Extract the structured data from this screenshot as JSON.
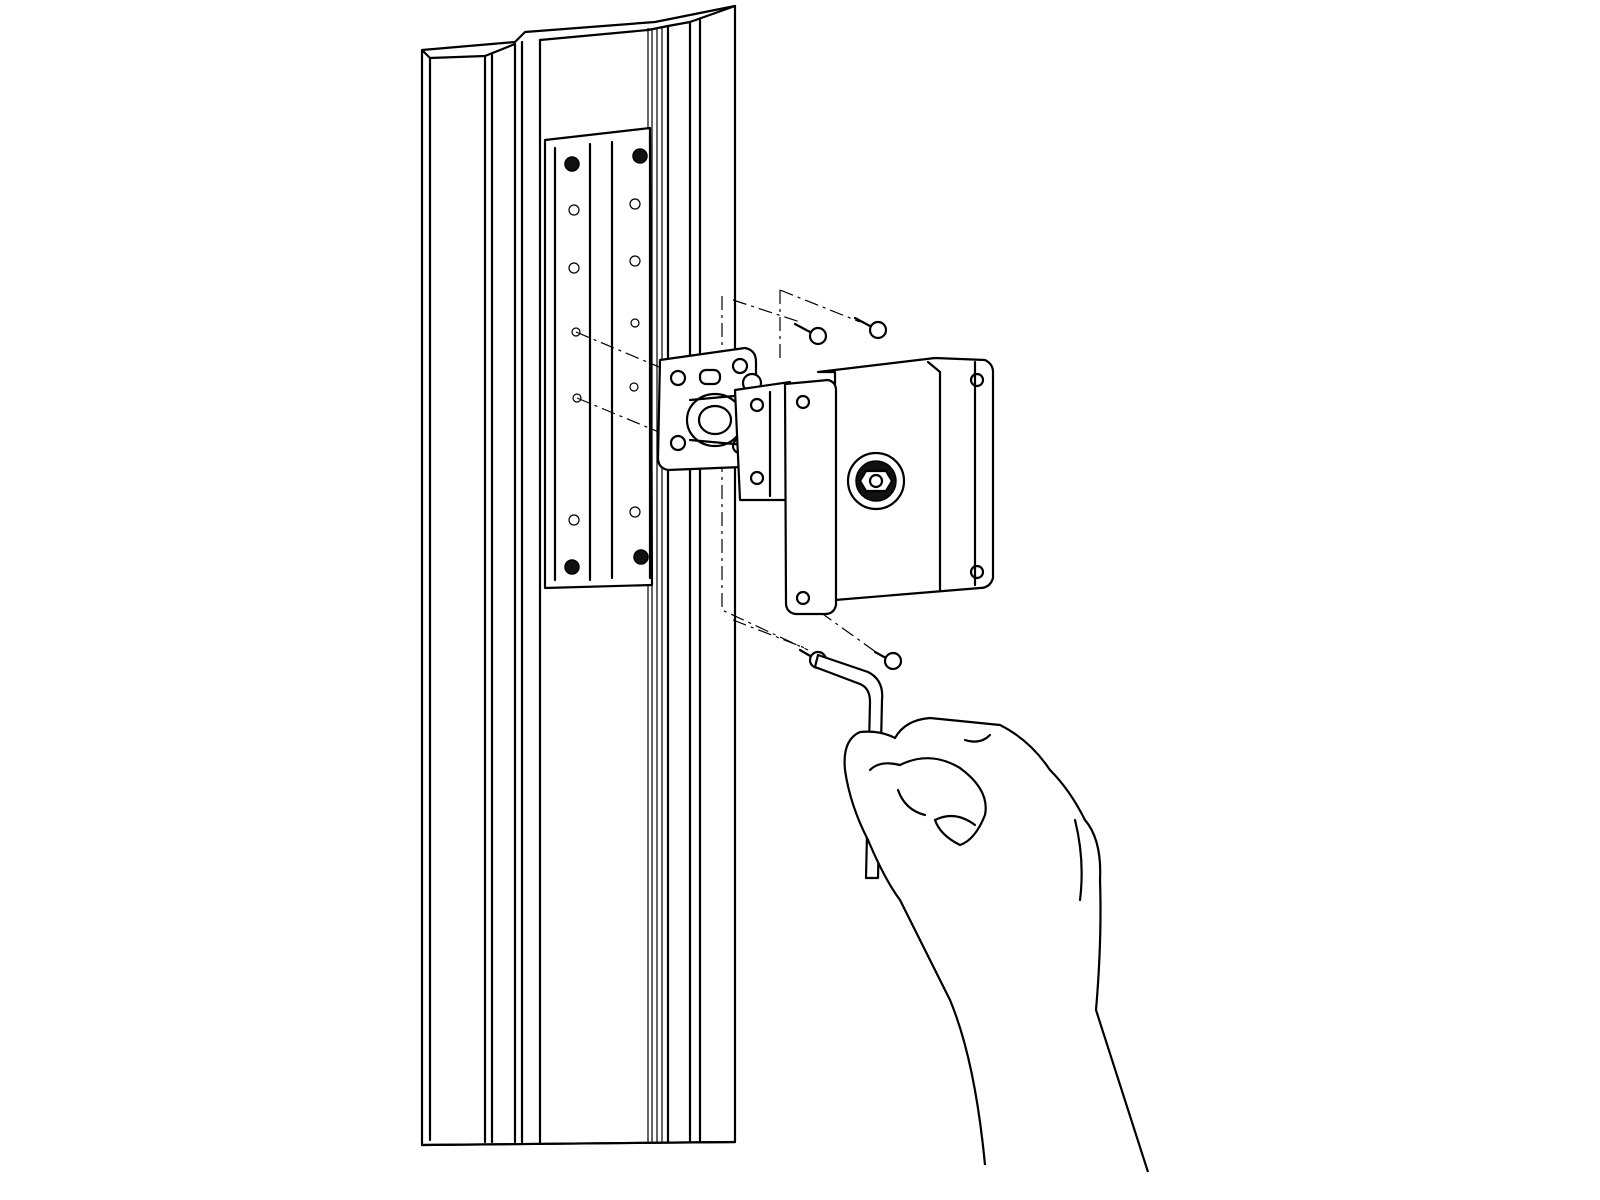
{
  "illustration": {
    "subject": "column-mount-bracket-installation",
    "colors": {
      "line": "#000000",
      "background": "#ffffff"
    },
    "parts": [
      "column",
      "slider-plate",
      "tilt-bracket",
      "mounting-plate",
      "screws",
      "hex-key",
      "hand"
    ]
  }
}
